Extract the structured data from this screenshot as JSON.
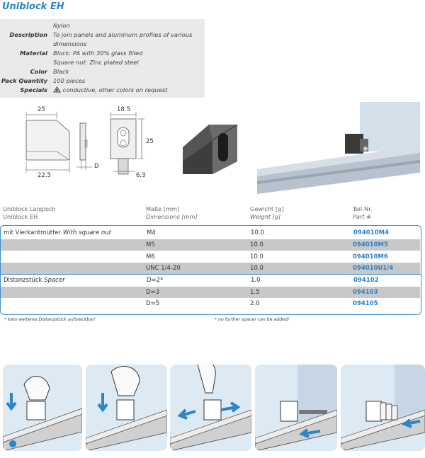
{
  "title": "Uniblock EH",
  "specs": [
    {
      "key": "",
      "value": "Nylon"
    },
    {
      "key": "Description",
      "value": "To join panels and aluminum profiles of various",
      "value2": "dimensions"
    },
    {
      "key": "Material",
      "value": "Block: PA with 30% glass filled",
      "value2": "Square nut: Zinc plated steel"
    },
    {
      "key": "Color",
      "value": "Black"
    },
    {
      "key": "Pack Quantity",
      "value": "100 pieces"
    },
    {
      "key": "Specials",
      "value": "conductive, other colors on request"
    }
  ],
  "drawing_dims": {
    "d1": "25",
    "d2": "22.5",
    "d3": "D",
    "d4": "18.5",
    "d5": "25",
    "d6": "6.3"
  },
  "table": {
    "headers": [
      {
        "de": "Uniblock Langloch",
        "en": "Uniblock EH"
      },
      {
        "de": "Maße [mm]",
        "en": "Dimensions [mm]"
      },
      {
        "de": "Gewicht [g]",
        "en": "Weight [g]"
      },
      {
        "de": "Teil-Nr.",
        "en": "Part #"
      }
    ],
    "rows": [
      {
        "name": "mit Vierkantmutter",
        "name_en": "With square nut",
        "dim": "M4",
        "weight": "10.0",
        "part": "094010M4"
      },
      {
        "name": "",
        "name_en": "",
        "dim": "M5",
        "weight": "10.0",
        "part": "094010M5"
      },
      {
        "name": "",
        "name_en": "",
        "dim": "M6",
        "weight": "10.0",
        "part": "094010M6"
      },
      {
        "name": "",
        "name_en": "",
        "dim": "UNC 1/4-20",
        "weight": "10.0",
        "part": "094010U1/4"
      },
      {
        "name": "Distanzstück",
        "name_en": "Spacer",
        "dim": "D=2*",
        "weight": "1.0",
        "part": "094102"
      },
      {
        "name": "",
        "name_en": "",
        "dim": "D=3",
        "weight": "1.5",
        "part": "094103"
      },
      {
        "name": "",
        "name_en": "",
        "dim": "D=5",
        "weight": "2.0",
        "part": "094105"
      }
    ]
  },
  "notes": {
    "de": "* kein weiteres Distanzstück aufsteckbar!",
    "en": "* no further spacer can be added!"
  },
  "colors": {
    "accent": "#2a86c8",
    "shade": "#c8c8c8",
    "panel": "#dde9f3"
  }
}
